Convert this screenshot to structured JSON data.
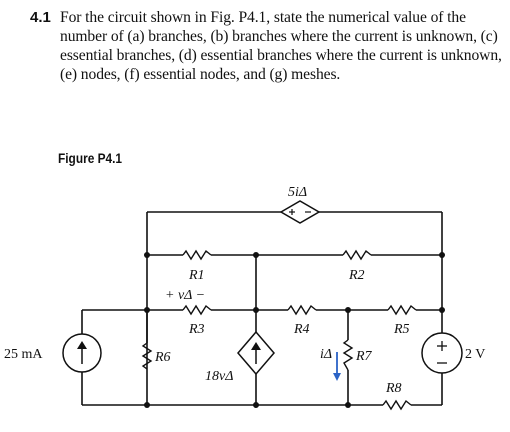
{
  "problem": {
    "number": "4.1",
    "text": "For the circuit shown in Fig. P4.1, state the numerical value of the number of (a) branches, (b) branches where the current is unknown, (c) essential branches, (d) essential branches where the current is unknown, (e) nodes, (f) essential nodes, and (g) meshes."
  },
  "figure": {
    "label": "Figure P4.1",
    "components": {
      "dependent_vsource_top": "5iΔ",
      "r1": "R1",
      "r2": "R2",
      "r3": "R3",
      "r4": "R4",
      "r5": "R5",
      "r6": "R6",
      "r7": "R7",
      "r8": "R8",
      "vdelta": "+ vΔ −",
      "current_source": "25 mA",
      "dependent_isource": "18vΔ",
      "idelta": "iΔ",
      "voltage_source": "2 V"
    }
  },
  "colors": {
    "ink": "#111111",
    "current_arrow": "#2b63c6"
  }
}
